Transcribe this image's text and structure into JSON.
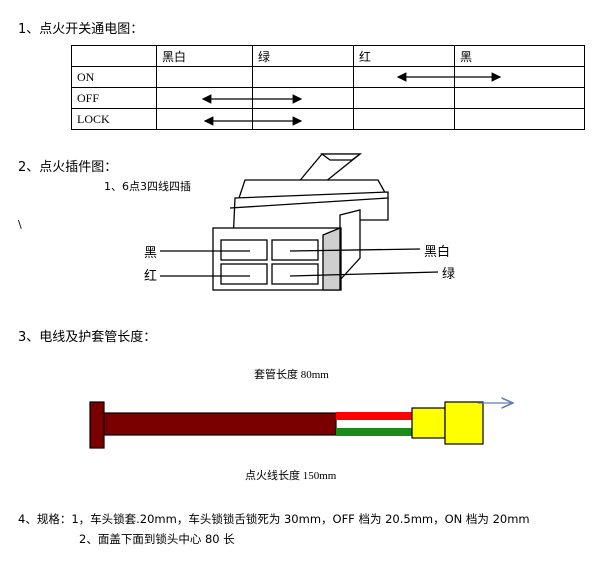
{
  "section1": {
    "heading": "1、点火开关通电图："
  },
  "switch_table": {
    "header": [
      "",
      "黑白",
      "绿",
      "红",
      "黑"
    ],
    "rows": [
      {
        "label": "ON",
        "arrow": "红-黑"
      },
      {
        "label": "OFF",
        "arrow": "黑白-绿"
      },
      {
        "label": "LOCK",
        "arrow": "黑白-绿"
      }
    ]
  },
  "section2": {
    "heading": "2、点火插件图：",
    "subheading": "1、6点3四线四插",
    "stray_mark": "\\",
    "labels": {
      "black": "黑",
      "red": "红",
      "black_white": "黑白",
      "green": "绿"
    }
  },
  "section3": {
    "heading": "3、电线及护套管长度：",
    "sleeve_label": "套管长度 80mm",
    "wire_label": "点火线长度 150mm",
    "colors": {
      "sleeve": "#7a0000",
      "red_wire": "#ff0000",
      "green_wire": "#1a8a1a",
      "connector": "#ffff00",
      "arrow": "#5b7fb3"
    }
  },
  "section4": {
    "line1": "4、规格：1，车头锁套.20mm，车头锁锁舌锁死为 30mm，OFF 档为 20.5mm，ON 档为 20mm",
    "line2": "2、面盖下面到锁头中心 80 长"
  }
}
